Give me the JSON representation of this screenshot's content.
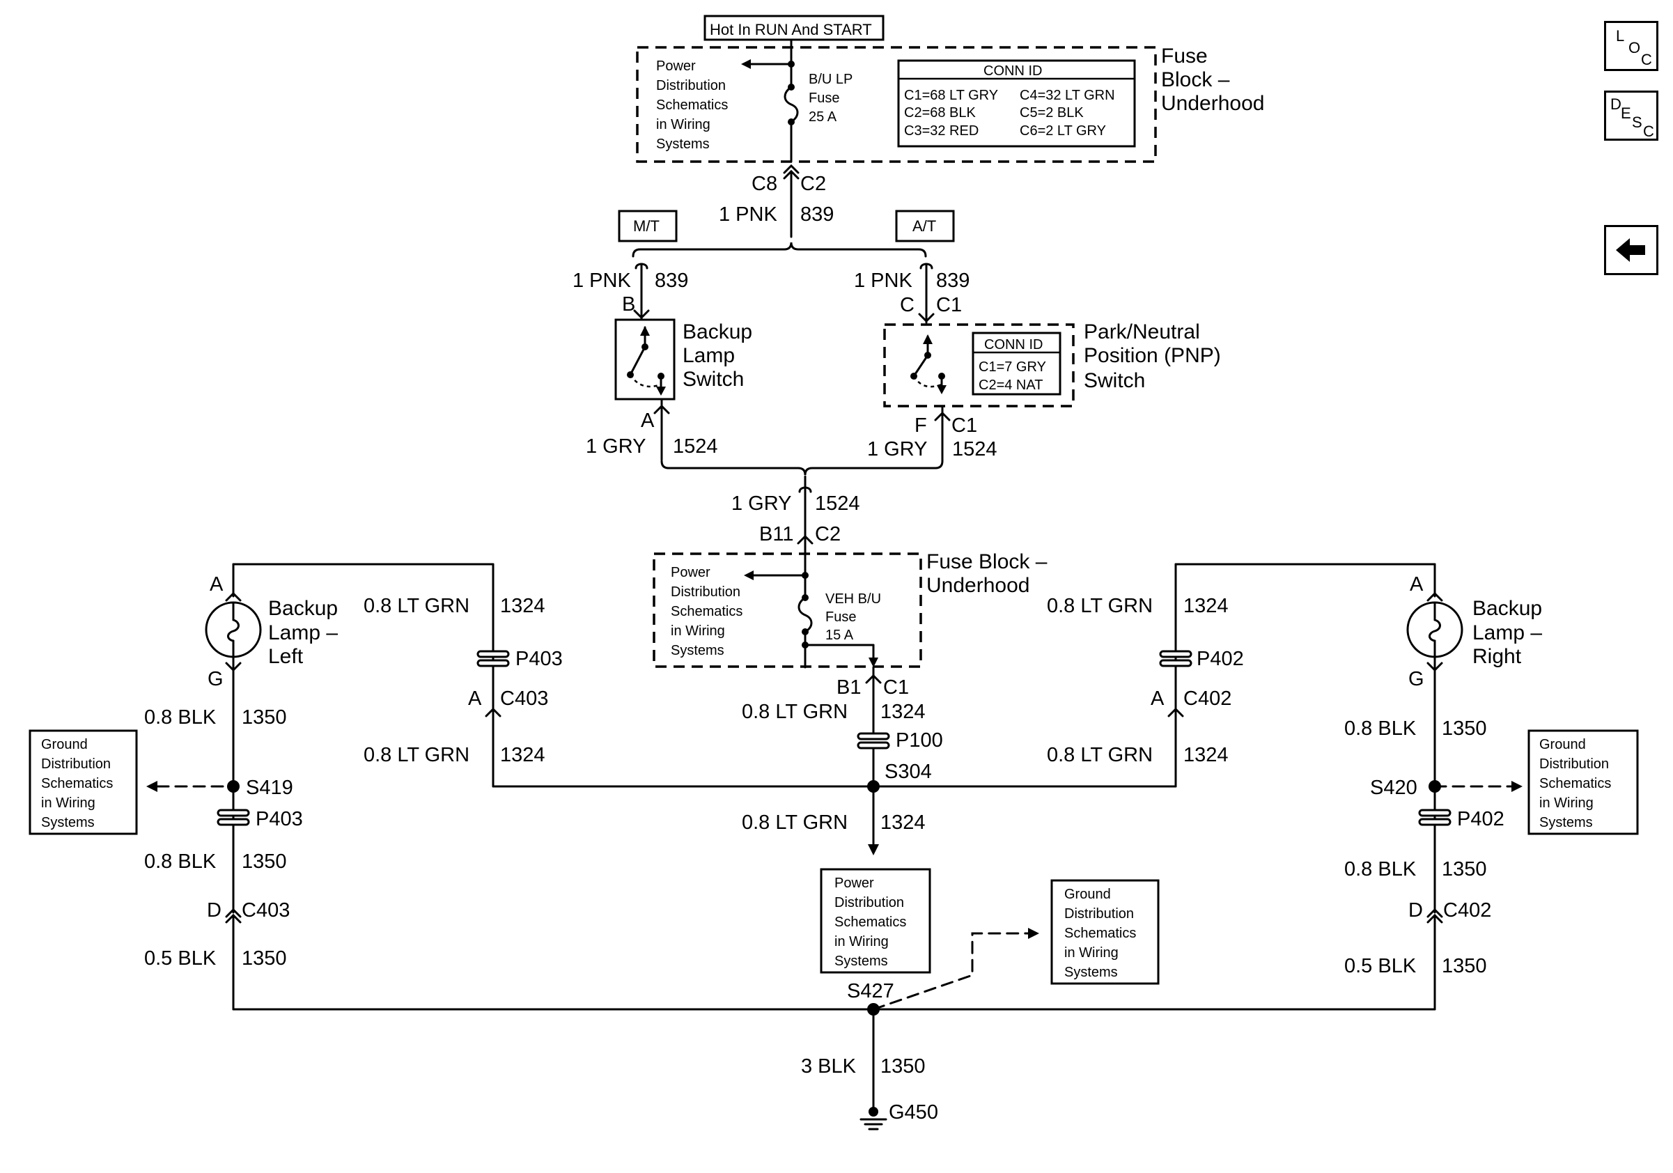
{
  "toolbar": {
    "loc": [
      "L",
      "O",
      "C"
    ],
    "desc": [
      "D",
      "E",
      "S",
      "C"
    ]
  },
  "diagram": {
    "hot_label": "Hot In RUN And START",
    "fuse_block_title": [
      "Fuse",
      "Block –",
      "Underhood"
    ],
    "pd_top": [
      "Power",
      "Distribution",
      "Schematics",
      "in Wiring",
      "Systems"
    ],
    "bu_lp_fuse": [
      "B/U LP",
      "Fuse",
      "25 A"
    ],
    "conn_id_title": "CONN ID",
    "conn_id_rows": [
      [
        "C1=68 LT GRY",
        "C4=32 LT GRN"
      ],
      [
        "C2=68 BLK",
        "C5=2 BLK"
      ],
      [
        "C3=32 RED",
        "C6=2 LT GRY"
      ]
    ],
    "c8": "C8",
    "c2_top": "C2",
    "pnk_top": "1 PNK",
    "ckt_839_top": "839",
    "mt": "M/T",
    "at": "A/T",
    "pnk_left": "1 PNK",
    "ckt_839_left": "839",
    "pin_b": "B",
    "pnk_right": "1 PNK",
    "ckt_839_right": "839",
    "pin_c": "C",
    "c1_pnp_top": "C1",
    "backup_switch": [
      "Backup",
      "Lamp",
      "Switch"
    ],
    "pnp_switch": [
      "Park/Neutral",
      "Position (PNP)",
      "Switch"
    ],
    "pnp_conn_title": "CONN ID",
    "pnp_conn_rows": [
      "C1=7 GRY",
      "C2=4 NAT"
    ],
    "pin_a_switch": "A",
    "gry_left": "1 GRY",
    "ckt_1524_left": "1524",
    "pin_f": "F",
    "c1_pnp_bottom": "C1",
    "gry_right": "1 GRY",
    "ckt_1524_right": "1524",
    "gry_mid": "1 GRY",
    "ckt_1524_mid": "1524",
    "b11": "B11",
    "c2_mid": "C2",
    "fuse_block_title2": [
      "Fuse Block –",
      "Underhood"
    ],
    "pd_mid": [
      "Power",
      "Distribution",
      "Schematics",
      "in Wiring",
      "Systems"
    ],
    "veh_fuse": [
      "VEH B/U",
      "Fuse",
      "15 A"
    ],
    "b1": "B1",
    "c1_mid": "C1",
    "lt_grn_mid": "0.8 LT GRN",
    "ckt_1324_mid": "1324",
    "p100": "P100",
    "s304": "S304",
    "lt_grn_bottom": "0.8 LT GRN",
    "ckt_1324_bottom": "1324",
    "pd_bottom": [
      "Power",
      "Distribution",
      "Schematics",
      "in Wiring",
      "Systems"
    ],
    "left": {
      "pin_a": "A",
      "lamp": [
        "Backup",
        "Lamp –",
        "Left"
      ],
      "pin_g": "G",
      "lt_grn_top": "0.8 LT GRN",
      "ckt_1324_top": "1324",
      "p403_top": "P403",
      "pin_a_c403": "A",
      "c403_top": "C403",
      "lt_grn_low": "0.8 LT GRN",
      "ckt_1324_low": "1324",
      "blk_1": "0.8 BLK",
      "ckt_1350_1": "1350",
      "gd": [
        "Ground",
        "Distribution",
        "Schematics",
        "in Wiring",
        "Systems"
      ],
      "s419": "S419",
      "p403_low": "P403",
      "blk_2": "0.8 BLK",
      "ckt_1350_2": "1350",
      "pin_d": "D",
      "c403_low": "C403",
      "blk_3": "0.5 BLK",
      "ckt_1350_3": "1350"
    },
    "right": {
      "pin_a": "A",
      "lamp": [
        "Backup",
        "Lamp –",
        "Right"
      ],
      "pin_g": "G",
      "lt_grn_top": "0.8 LT GRN",
      "ckt_1324_top": "1324",
      "p402_top": "P402",
      "pin_a_c402": "A",
      "c402_top": "C402",
      "lt_grn_low": "0.8 LT GRN",
      "ckt_1324_low": "1324",
      "blk_1": "0.8 BLK",
      "ckt_1350_1": "1350",
      "gd": [
        "Ground",
        "Distribution",
        "Schematics",
        "in Wiring",
        "Systems"
      ],
      "s420": "S420",
      "p402_low": "P402",
      "blk_2": "0.8 BLK",
      "ckt_1350_2": "1350",
      "pin_d": "D",
      "c402_low": "C402",
      "blk_3": "0.5 BLK",
      "ckt_1350_3": "1350"
    },
    "gd_center": [
      "Ground",
      "Distribution",
      "Schematics",
      "in Wiring",
      "Systems"
    ],
    "s427": "S427",
    "blk_ground": "3 BLK",
    "ckt_1350_ground": "1350",
    "g450": "G450"
  }
}
